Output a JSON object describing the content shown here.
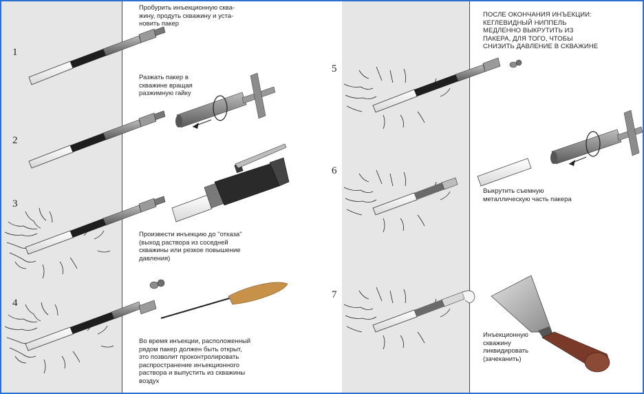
{
  "steps": [
    {
      "number": "1",
      "caption": "Пробурить инъекционную сква-\nжину, продуть скважину и уста-\nновить пакер"
    },
    {
      "number": "2",
      "caption": "Разжать пакер в\nскважине вращая\nразжимную гайку"
    },
    {
      "number": "3",
      "caption": "Произвести инъекцию до \"отказа\"\n(выход раствора из соседней\nскважины или резкое повышение\nдавления)"
    },
    {
      "number": "4",
      "caption": "Во время инъекции, расположенный\nрядом пакер должен быть открыт,\nэто позволит проконтролировать\nраспространение инъекционного\nраствора и выпустить из скважины\nвоздух"
    },
    {
      "number": "5",
      "caption": "ПОСЛЕ ОКОНЧАНИЯ ИНЪЕКЦИИ:\nКЕГЛЕВИДНЫЙ НИППЕЛЬ\nМЕДЛЕННО ВЫКРУТИТЬ ИЗ\nПАКЕРА, ДЛЯ ТОГО, ЧТОБЫ\nСНИЗИТЬ ДАВЛЕНИЕ В СКВАЖИНЕ"
    },
    {
      "number": "6",
      "caption": "Выкрутить съемную\nметаллическую часть пакера"
    },
    {
      "number": "7",
      "caption": "Инъекционную\nскважину\nликвидировать\n(зачеканить)"
    }
  ],
  "colors": {
    "wall": "#e6e6e6",
    "border": "#2a6fd1",
    "packer_dark": "#1e1e1e",
    "wood": "#c8914a",
    "handle": "#7a3a2a"
  }
}
